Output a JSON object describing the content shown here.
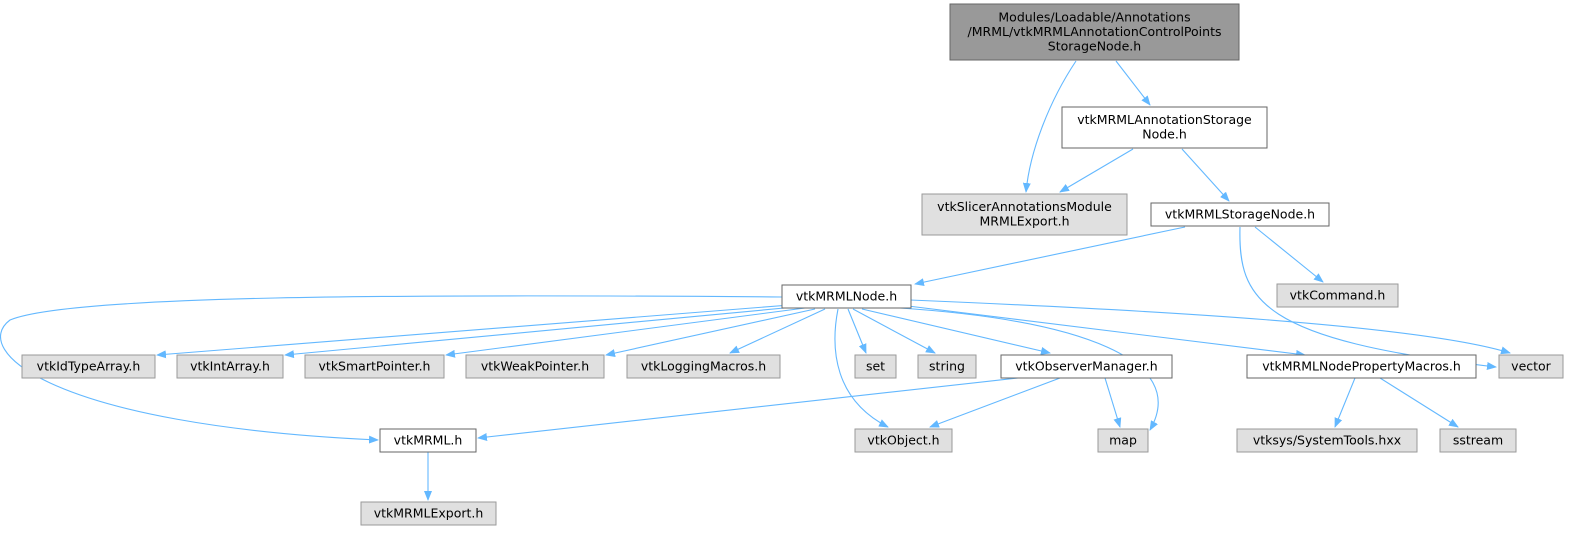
{
  "colors": {
    "root_fill": "#999999",
    "root_stroke": "#666666",
    "doc_fill": "#ffffff",
    "doc_stroke": "#666666",
    "ext_fill": "#e0e0e0",
    "ext_stroke": "#999999",
    "edge": "#63b8ff"
  },
  "nodes": [
    {
      "id": "root",
      "kind": "root",
      "lines": [
        "Modules/Loadable/Annotations",
        "/MRML/vtkMRMLAnnotationControlPoints",
        "StorageNode.h"
      ]
    },
    {
      "id": "annotstorage",
      "kind": "doc",
      "lines": [
        "vtkMRMLAnnotationStorage",
        "Node.h"
      ]
    },
    {
      "id": "slicerexport",
      "kind": "ext",
      "lines": [
        "vtkSlicerAnnotationsModule",
        "MRMLExport.h"
      ]
    },
    {
      "id": "storagenode",
      "kind": "doc",
      "lines": [
        "vtkMRMLStorageNode.h"
      ]
    },
    {
      "id": "mrmlnode",
      "kind": "doc",
      "lines": [
        "vtkMRMLNode.h"
      ]
    },
    {
      "id": "command",
      "kind": "ext",
      "lines": [
        "vtkCommand.h"
      ]
    },
    {
      "id": "idtype",
      "kind": "ext",
      "lines": [
        "vtkIdTypeArray.h"
      ]
    },
    {
      "id": "intarray",
      "kind": "ext",
      "lines": [
        "vtkIntArray.h"
      ]
    },
    {
      "id": "smartptr",
      "kind": "ext",
      "lines": [
        "vtkSmartPointer.h"
      ]
    },
    {
      "id": "weakptr",
      "kind": "ext",
      "lines": [
        "vtkWeakPointer.h"
      ]
    },
    {
      "id": "logging",
      "kind": "ext",
      "lines": [
        "vtkLoggingMacros.h"
      ]
    },
    {
      "id": "set",
      "kind": "ext",
      "lines": [
        "set"
      ]
    },
    {
      "id": "string",
      "kind": "ext",
      "lines": [
        "string"
      ]
    },
    {
      "id": "observer",
      "kind": "doc",
      "lines": [
        "vtkObserverManager.h"
      ]
    },
    {
      "id": "propmacros",
      "kind": "doc",
      "lines": [
        "vtkMRMLNodePropertyMacros.h"
      ]
    },
    {
      "id": "vector",
      "kind": "ext",
      "lines": [
        "vector"
      ]
    },
    {
      "id": "mrmlh",
      "kind": "doc",
      "lines": [
        "vtkMRML.h"
      ]
    },
    {
      "id": "object",
      "kind": "ext",
      "lines": [
        "vtkObject.h"
      ]
    },
    {
      "id": "map",
      "kind": "ext",
      "lines": [
        "map"
      ]
    },
    {
      "id": "systools",
      "kind": "ext",
      "lines": [
        "vtksys/SystemTools.hxx"
      ]
    },
    {
      "id": "sstream",
      "kind": "ext",
      "lines": [
        "sstream"
      ]
    },
    {
      "id": "mrmlexport",
      "kind": "ext",
      "lines": [
        "vtkMRMLExport.h"
      ]
    }
  ],
  "edges": [
    [
      "root",
      "slicerexport"
    ],
    [
      "root",
      "annotstorage"
    ],
    [
      "annotstorage",
      "slicerexport"
    ],
    [
      "annotstorage",
      "storagenode"
    ],
    [
      "storagenode",
      "mrmlnode"
    ],
    [
      "storagenode",
      "command"
    ],
    [
      "storagenode",
      "vector"
    ],
    [
      "mrmlnode",
      "mrmlh"
    ],
    [
      "mrmlnode",
      "idtype"
    ],
    [
      "mrmlnode",
      "intarray"
    ],
    [
      "mrmlnode",
      "smartptr"
    ],
    [
      "mrmlnode",
      "weakptr"
    ],
    [
      "mrmlnode",
      "logging"
    ],
    [
      "mrmlnode",
      "object"
    ],
    [
      "mrmlnode",
      "set"
    ],
    [
      "mrmlnode",
      "string"
    ],
    [
      "mrmlnode",
      "observer"
    ],
    [
      "mrmlnode",
      "map"
    ],
    [
      "mrmlnode",
      "propmacros"
    ],
    [
      "mrmlnode",
      "vector"
    ],
    [
      "observer",
      "mrmlh"
    ],
    [
      "observer",
      "object"
    ],
    [
      "observer",
      "map"
    ],
    [
      "propmacros",
      "systools"
    ],
    [
      "propmacros",
      "sstream"
    ],
    [
      "mrmlh",
      "mrmlexport"
    ]
  ]
}
